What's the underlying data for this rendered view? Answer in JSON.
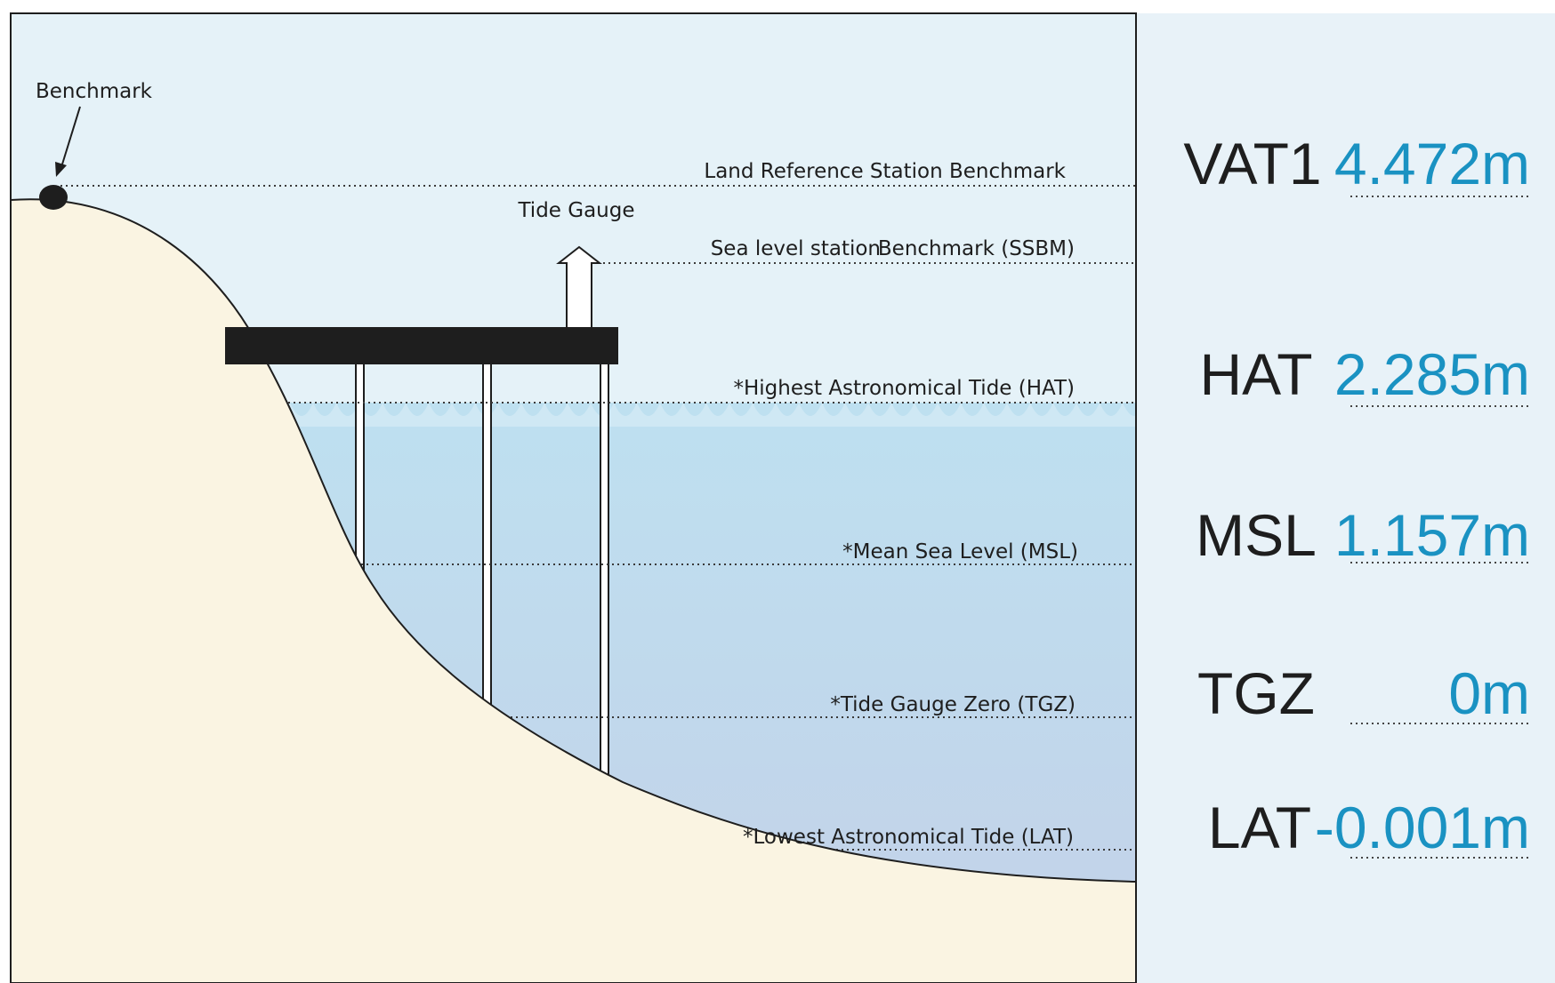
{
  "labels": {
    "benchmark": "Benchmark",
    "land_reference": "Land Reference Station Benchmark",
    "tide_gauge": "Tide Gauge",
    "sea_level_station": "Sea level station",
    "ssbm": "Benchmark (SSBM)",
    "hat": "*Highest Astronomical Tide (HAT)",
    "msl": "*Mean Sea Level (MSL)",
    "tgz": "*Tide Gauge Zero (TGZ)",
    "lat": "*Lowest Astronomical Tide (LAT)"
  },
  "levels": [
    {
      "code": "VAT1",
      "value": "4.472m"
    },
    {
      "code": "HAT",
      "value": "2.285m"
    },
    {
      "code": "MSL",
      "value": "1.157m"
    },
    {
      "code": "TGZ",
      "value": "0m"
    },
    {
      "code": "LAT",
      "value": "-0.001m"
    }
  ],
  "colors": {
    "sky": "#e5f2f8",
    "panel": "#e8f2f8",
    "water_top": "#bee0f0",
    "water_bottom": "#c2d2e8",
    "land": "#faf4e2",
    "pier": "#1e1e1e",
    "value_accent": "#1a92c2"
  }
}
